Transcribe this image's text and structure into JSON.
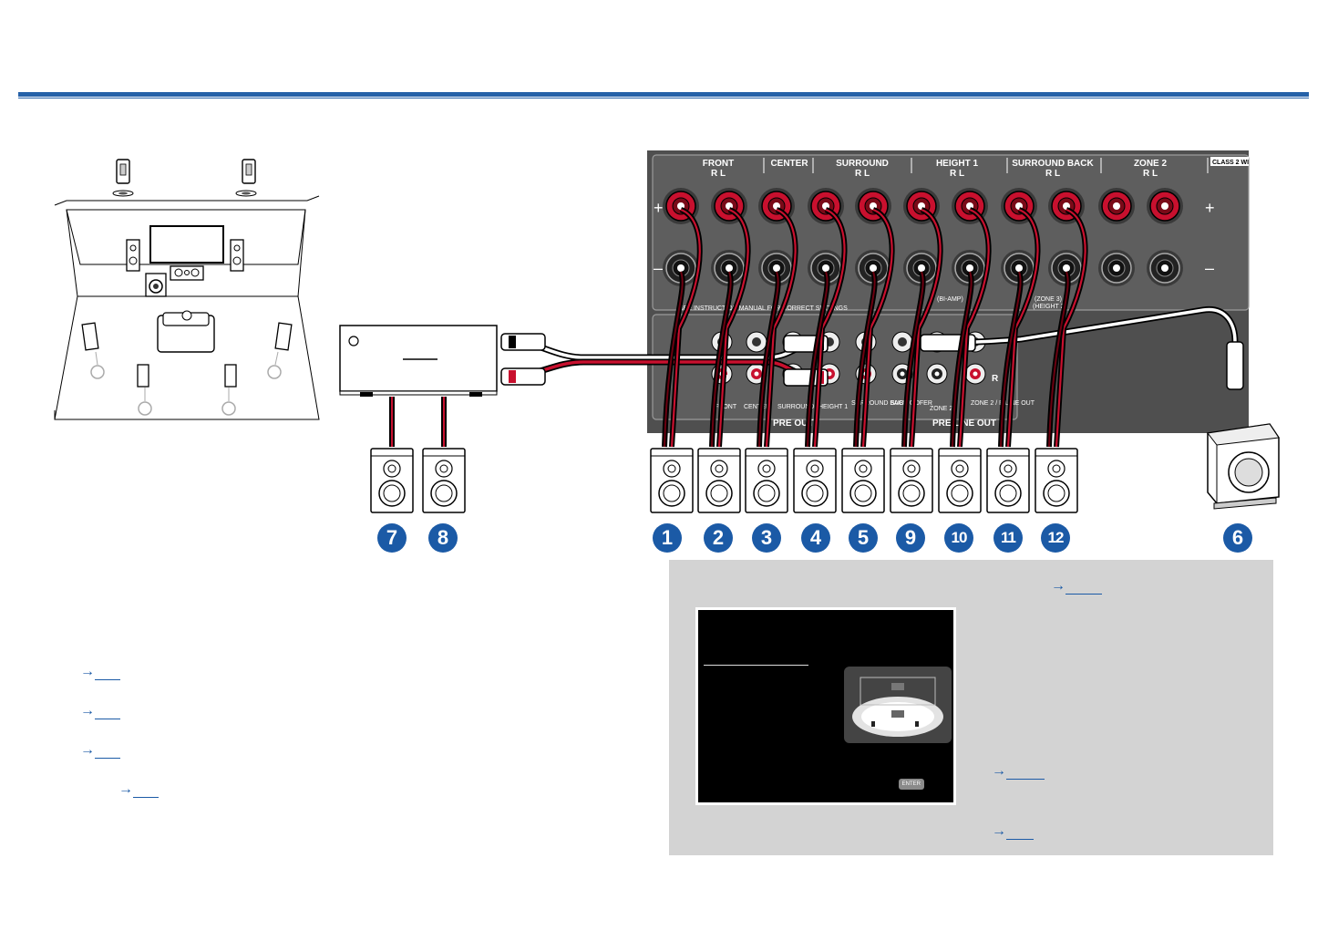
{
  "colors": {
    "accent": "#2561a8",
    "badge": "#1b5aa6",
    "speaker_red": "#c8102e",
    "panel": "#5a5a5a"
  },
  "receiver_panel": {
    "groups": [
      {
        "name": "FRONT",
        "channels": "R    L"
      },
      {
        "name": "CENTER",
        "channels": ""
      },
      {
        "name": "SURROUND",
        "channels": "R    L"
      },
      {
        "name": "HEIGHT 1",
        "channels": "R    L"
      },
      {
        "name": "SURROUND BACK",
        "channels": "R    L"
      },
      {
        "name": "ZONE 2",
        "channels": "R    L"
      }
    ],
    "class_label": "CLASS 2 WI",
    "plus": "+",
    "minus": "–",
    "manual_note": "SEE INSTRUCTION MANUAL FOR CORRECT SETTINGS",
    "bi_amp": "(BI-AMP)",
    "zone3": "(ZONE 3)",
    "height2": "(HEIGHT 2)",
    "preout_labels": [
      "FRONT",
      "CENTER",
      "SURROUND",
      "HEIGHT 1",
      "SURROUND BACK",
      "SUBWOOFER",
      "ZONE 2",
      "ZONE 2 / B LINE OUT"
    ],
    "pre_out": "PRE OUT",
    "pre_line_out": "PRE/LINE OUT",
    "r_label": "R"
  },
  "speaker_numbers": [
    "1",
    "2",
    "3",
    "4",
    "5",
    "9",
    "10",
    "11",
    "12"
  ],
  "amp_speaker_numbers": [
    "7",
    "8"
  ],
  "subwoofer_number": "6",
  "links": {
    "left_arrows": [
      "→",
      "→",
      "→",
      "→"
    ],
    "box_arrow_top": "→",
    "box_arrows": [
      "→",
      "→"
    ]
  },
  "screen": {
    "enter": "ENTER"
  }
}
